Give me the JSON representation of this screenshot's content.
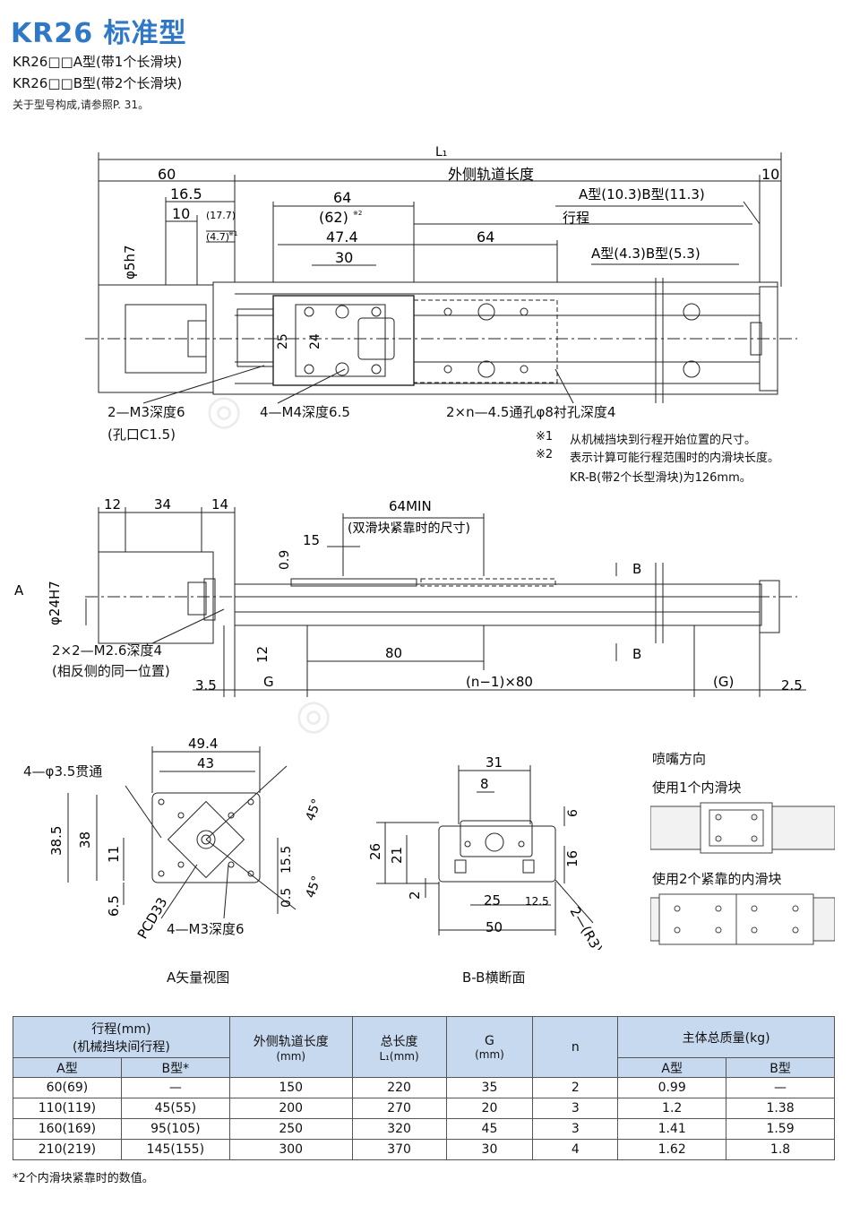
{
  "header": {
    "title": "KR26 标准型",
    "line_a": "KR26□□A型(带1个长滑块)",
    "line_b": "KR26□□B型(带2个长滑块)",
    "ref_note": "关于型号构成,请参照P. 31。"
  },
  "top_view": {
    "dims": {
      "L1": "L₁",
      "d60": "60",
      "rail_len": "外侧轨道长度",
      "d10_right": "10",
      "d16_5": "16.5",
      "d10": "10",
      "d17_7": "(17.7)",
      "d4_7": "(4.7)",
      "star1": "※1",
      "d64_top": "64",
      "d62": "(62)",
      "star2": "※2",
      "d47_4": "47.4",
      "d30": "30",
      "d64_mid": "64",
      "typeA_B_1": "A型(10.3)B型(11.3)",
      "stroke": "行程",
      "typeA_B_2": "A型(4.3)B型(5.3)",
      "phi5h7": "φ5h7",
      "d25": "25",
      "d24": "24"
    },
    "callouts": {
      "m3": "2—M3深度6",
      "m3_sub": "(孔口C1.5)",
      "m4": "4—M4深度6.5",
      "holes": "2×n—4.5通孔φ8衬孔深度4"
    },
    "notes": {
      "n1_mark": "※1",
      "n1": "从机械挡块到行程开始位置的尺寸。",
      "n2_mark": "※2",
      "n2": "表示计算可能行程范围时的内滑块长度。",
      "n3": "KR-B(带2个长型滑块)为126mm。"
    }
  },
  "side_view": {
    "dims": {
      "d12": "12",
      "d34": "34",
      "d14": "14",
      "d64min": "64MIN",
      "d64min_sub": "(双滑块紧靠时的尺寸)",
      "d0_9": "0.9",
      "d15": "15",
      "A": "A",
      "phi24": "φ24H7",
      "B1": "B",
      "B2": "B",
      "d12_b": "12",
      "d80": "80",
      "d3_5": "3.5",
      "G": "G",
      "n80": "(n−1)×80",
      "G2": "(G)",
      "d2_5": "2.5"
    },
    "callouts": {
      "m26": "2×2—M2.6深度4",
      "m26_sub": "(相反侧的同一位置)"
    }
  },
  "a_view": {
    "dims": {
      "d49_4": "49.4",
      "d43": "43",
      "thru": "4—φ3.5贯通",
      "d38_5": "38.5",
      "d38": "38",
      "d11": "11",
      "d6_5": "6.5",
      "d15_5": "15.5",
      "d0_5": "0.5",
      "a45_1": "45°",
      "a45_2": "45°",
      "pcd": "PCD33",
      "m3": "4—M3深度6"
    },
    "caption": "A矢量视图"
  },
  "b_view": {
    "dims": {
      "d31": "31",
      "d8": "8",
      "d6": "6",
      "d26": "26",
      "d21": "21",
      "d16": "16",
      "d2": "2",
      "d25": "25",
      "d12_5": "12.5",
      "r3": "2—(R3)",
      "d50": "50"
    },
    "caption": "B-B横断面"
  },
  "nozzle": {
    "title": "喷嘴方向",
    "one": "使用1个内滑块",
    "two": "使用2个紧靠的内滑块"
  },
  "table": {
    "h_stroke": "行程(mm)",
    "h_stroke_sub": "(机械挡块间行程)",
    "h_a": "A型",
    "h_b": "B型*",
    "h_rail": "外侧轨道长度",
    "h_rail_unit": "(mm)",
    "h_total": "总长度",
    "h_total_unit": "L₁(mm)",
    "h_g": "G",
    "h_g_unit": "(mm)",
    "h_n": "n",
    "h_mass": "主体总质量(kg)",
    "h_mass_a": "A型",
    "h_mass_b": "B型",
    "rows": [
      [
        "60(69)",
        "—",
        "150",
        "220",
        "35",
        "2",
        "0.99",
        "—"
      ],
      [
        "110(119)",
        "45(55)",
        "200",
        "270",
        "20",
        "3",
        "1.2",
        "1.38"
      ],
      [
        "160(169)",
        "95(105)",
        "250",
        "320",
        "45",
        "3",
        "1.41",
        "1.59"
      ],
      [
        "210(219)",
        "145(155)",
        "300",
        "370",
        "30",
        "4",
        "1.62",
        "1.8"
      ]
    ],
    "footnote": "*2个内滑块紧靠时的数值。"
  },
  "colors": {
    "title": "#2e78c7",
    "table_header": "#c7d9ef",
    "line": "#222222"
  }
}
